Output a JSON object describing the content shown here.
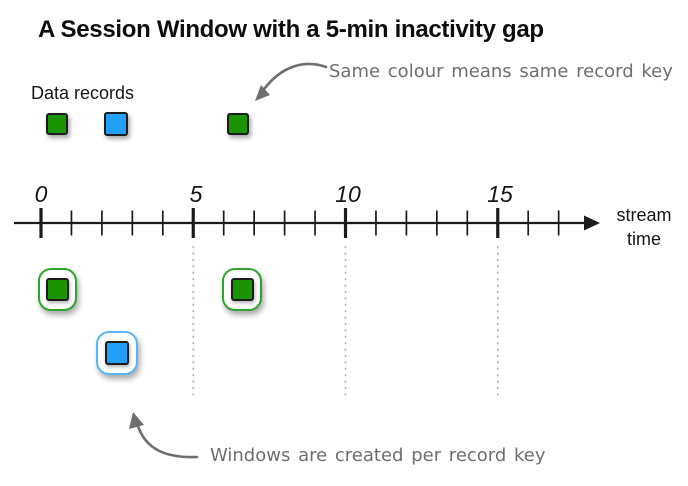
{
  "title": "A Session Window with a 5-min inactivity gap",
  "legend_label": "Data records",
  "annotations": {
    "top": "Same colour means same record key",
    "bottom": "Windows are created per record key"
  },
  "axis": {
    "tick_labels": [
      "0",
      "5",
      "10",
      "15"
    ],
    "minor_ticks_per_major": 5,
    "label_line1": "stream",
    "label_line2": "time"
  },
  "records": [
    {
      "key_color": "green"
    },
    {
      "key_color": "blue"
    },
    {
      "key_color": "green"
    }
  ],
  "session_windows": [
    {
      "key_color": "green"
    },
    {
      "key_color": "blue"
    },
    {
      "key_color": "green"
    }
  ],
  "colors": {
    "record-green": "#1a9400",
    "record-blue": "#22a0f8",
    "window-green-ring": "#2ea42e",
    "window-blue-ring": "#58b6f8",
    "square-border": "#1c1c1c",
    "axis-ink": "#1b1b1b",
    "annotation-gray": "#6e6e6e",
    "dotted-line": "#b4b4b4"
  }
}
